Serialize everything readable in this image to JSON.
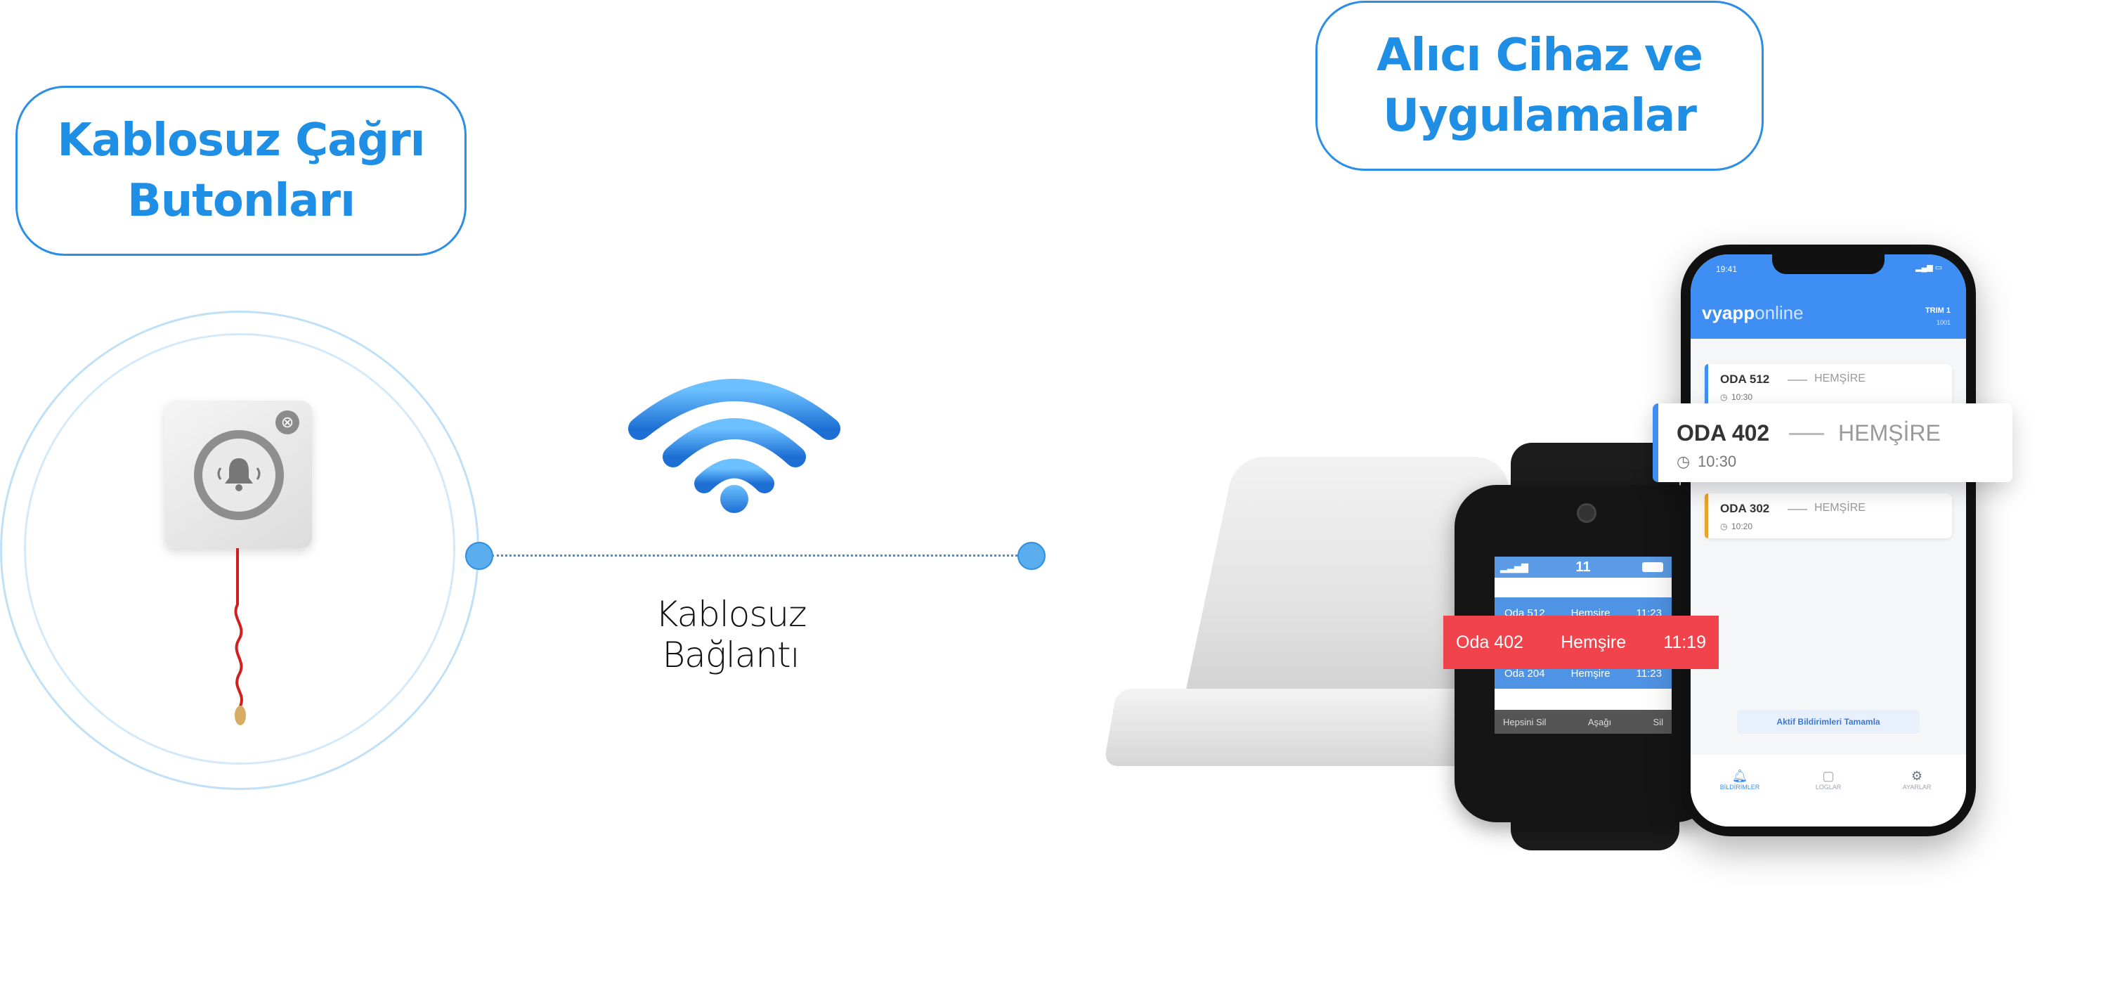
{
  "left_title": "Kablosuz Çağrı\nButonları",
  "right_title": "Alıcı Cihaz ve\nUygulamalar",
  "connection_label": "Kablosuz Bağlantı",
  "colors": {
    "accent": "#1f8fe5",
    "alert_red": "#f0434b",
    "phone_header": "#3f8ef3"
  },
  "call_button": {
    "icon": "bell-icon",
    "close_icon": "close-icon"
  },
  "wifi": {
    "icon": "wifi-icon"
  },
  "watch": {
    "time": "11",
    "rows": [
      {
        "room": "Oda 512",
        "role": "Hemşire",
        "time": "11:23"
      },
      {
        "room": "Oda 204",
        "role": "Hemşire",
        "time": "11:23"
      }
    ],
    "alert": {
      "room": "Oda 402",
      "role": "Hemşire",
      "time": "11:19"
    },
    "footer": {
      "left": "Hepsini Sil",
      "center": "Aşağı",
      "right": "Sil"
    }
  },
  "phone": {
    "status_time": "19:41",
    "brand_bold": "vyapp",
    "brand_light": "online",
    "header_right_top": "TRIM 1",
    "header_right_bottom": "1001",
    "cards": [
      {
        "room": "ODA 512",
        "role": "HEMŞİRE",
        "time": "10:30",
        "accent": "#3f8ef3"
      },
      {
        "room": "ODA 302",
        "role": "HEMŞİRE",
        "time": "10:20",
        "accent": "#e8a52a"
      }
    ],
    "popup": {
      "room": "ODA 402",
      "role": "HEMŞİRE",
      "time": "10:30"
    },
    "complete_button": "Aktif Bildirimleri Tamamla",
    "nav": [
      {
        "label": "BİLDİRİMLER",
        "icon": "bell-icon",
        "active": true
      },
      {
        "label": "LOGLAR",
        "icon": "document-icon",
        "active": false
      },
      {
        "label": "AYARLAR",
        "icon": "gear-icon",
        "active": false
      }
    ]
  }
}
